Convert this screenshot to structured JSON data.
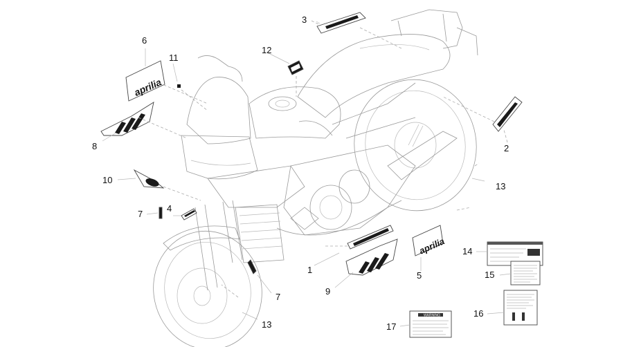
{
  "callouts": {
    "c1": "1",
    "c2": "2",
    "c3": "3",
    "c4": "4",
    "c5": "5",
    "c6": "6",
    "c7a": "7",
    "c7b": "7",
    "c8": "8",
    "c9": "9",
    "c10": "10",
    "c11": "11",
    "c12": "12",
    "c13a": "13",
    "c13b": "13",
    "c14": "14",
    "c15": "15",
    "c16": "16",
    "c17": "17"
  },
  "decals": {
    "brand_6": "aprilia",
    "brand_5": "aprilia",
    "warning_17": "WARNING"
  },
  "colors": {
    "line": "#999999",
    "ink": "#111111",
    "decal_dark": "#1a1a1a",
    "decal_light": "#ffffff"
  }
}
